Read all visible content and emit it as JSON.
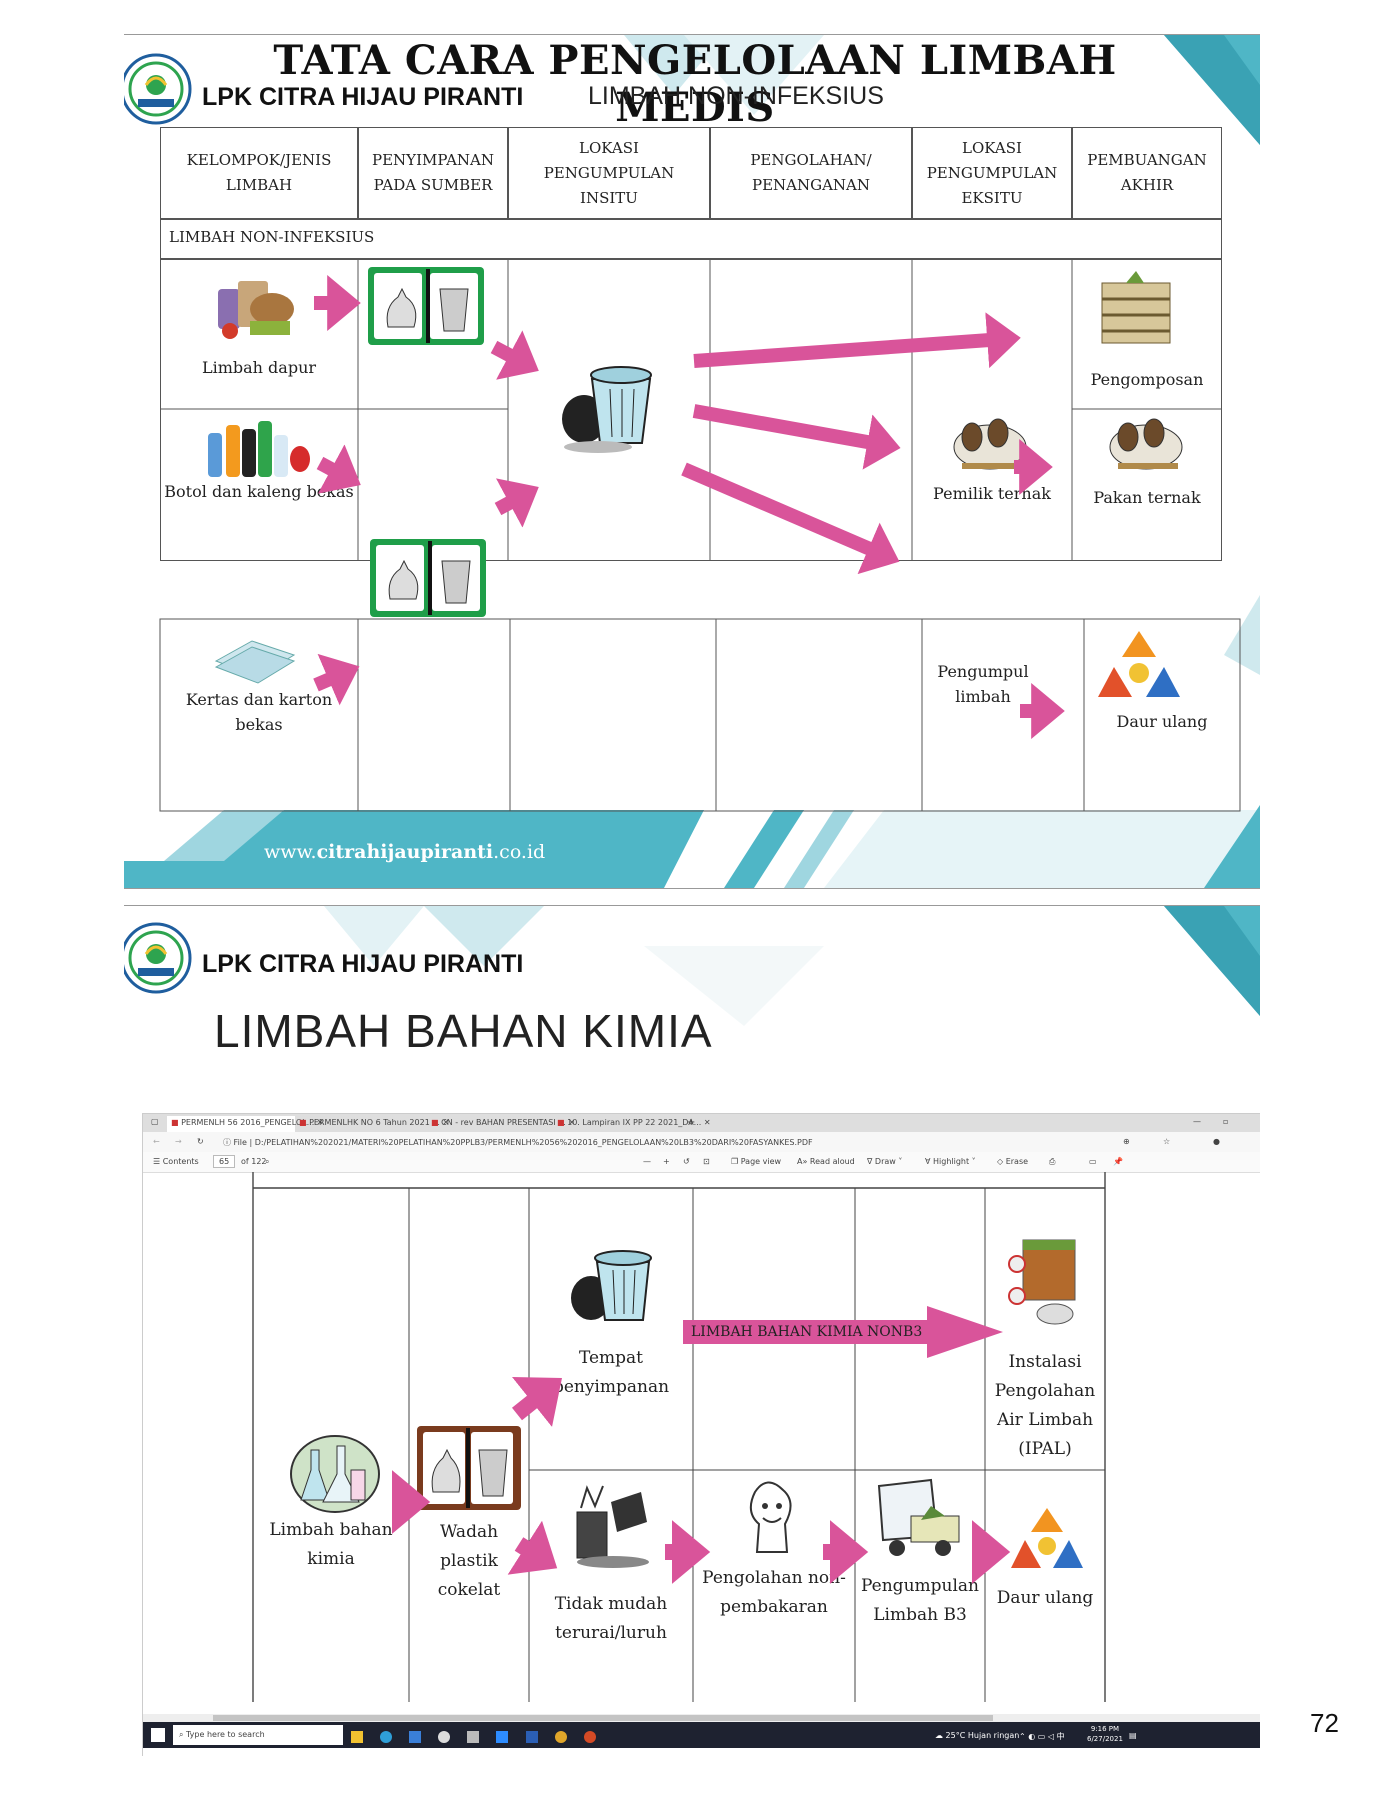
{
  "slide1": {
    "title": "TATA CARA PENGELOLAAN LIMBAH MEDIS",
    "brand": "LPK CITRA HIJAU PIRANTI",
    "subtitle": "LIMBAH NON-INFEKSIUS",
    "headers": [
      "KELOMPOK/JENIS LIMBAH",
      "PENYIMPANAN PADA SUMBER",
      "LOKASI PENGUMPULAN INSITU",
      "PENGOLAHAN/ PENANGANAN",
      "LOKASI PENGUMPULAN EKSITU",
      "PEMBUANGAN AKHIR"
    ],
    "section_label": "LIMBAH NON-INFEKSIUS",
    "items": {
      "kitchen": "Limbah dapur",
      "bottles": "Botol dan kaleng bekas",
      "compost": "Pengomposan",
      "owner": "Pemilik ternak",
      "feed": "Pakan ternak",
      "paper": "Kertas dan karton bekas",
      "collector": "Pengumpul limbah",
      "recycle": "Daur ulang"
    },
    "website_prefix": "www.",
    "website_bold": "citrahijaupiranti",
    "website_suffix": ".co.id"
  },
  "slide2": {
    "brand": "LPK CITRA HIJAU PIRANTI",
    "title": "LIMBAH BAHAN KIMIA",
    "browser": {
      "tabs": [
        "PERMENLH 56 2016_PENGELOL...",
        "PERMENLHK NO 6 Tahun 2021 ...",
        "CN - rev BAHAN PRESENTASI ...",
        "10. Lampiran IX PP 22 2021_DA..."
      ],
      "address_prefix": "File",
      "address": "D:/PELATIHAN%202021/MATERI%20PELATIHAN%20PPLB3/PERMENLH%2056%202016_PENGELOLAAN%20LB3%20DARI%20FASYANKES.PDF",
      "contents": "Contents",
      "page_number": "65",
      "page_total": "of 122",
      "tools": [
        "Page view",
        "Read aloud",
        "Draw",
        "Highlight",
        "Erase"
      ]
    },
    "items": {
      "storage": "Tempat penyimpanan",
      "arrow_label": "LIMBAH BAHAN KIMIA NONB3",
      "ipal": "Instalasi Pengolahan Air Limbah (IPAL)",
      "chem": "Limbah bahan kimia",
      "bag": "Wadah plastik cokelat",
      "nondeg": "Tidak mudah terurai/luruh",
      "nonburn": "Pengolahan non-pembakaran",
      "collect": "Pengumpulan Limbah B3",
      "recycle": "Daur ulang"
    },
    "taskbar": {
      "search": "Type here to search",
      "weather": "25°C Hujan ringan",
      "time": "9:16 PM",
      "date": "6/27/2021"
    }
  },
  "page_number": "72",
  "colors": {
    "teal": "#4fb6c6",
    "arrow": "#d9549a",
    "bin_green": "#1f9e49",
    "bin_brown": "#7a3b1e",
    "dark_teal": "#2f8fa0"
  }
}
